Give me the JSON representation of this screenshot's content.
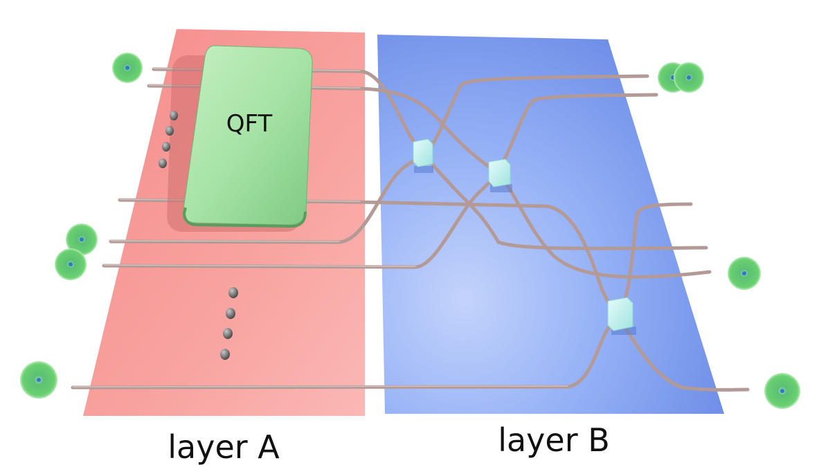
{
  "diagram": {
    "block_label": "QFT",
    "layer_a_label": "layer A",
    "layer_b_label": "layer B"
  },
  "colors": {
    "layer_a": "#f59a98",
    "layer_b": "#7f9ff0",
    "qft_block": "#a8e6a8",
    "waveguide": "#b49c98",
    "coupler": "#bff0ee",
    "photon": "#58c85f"
  }
}
